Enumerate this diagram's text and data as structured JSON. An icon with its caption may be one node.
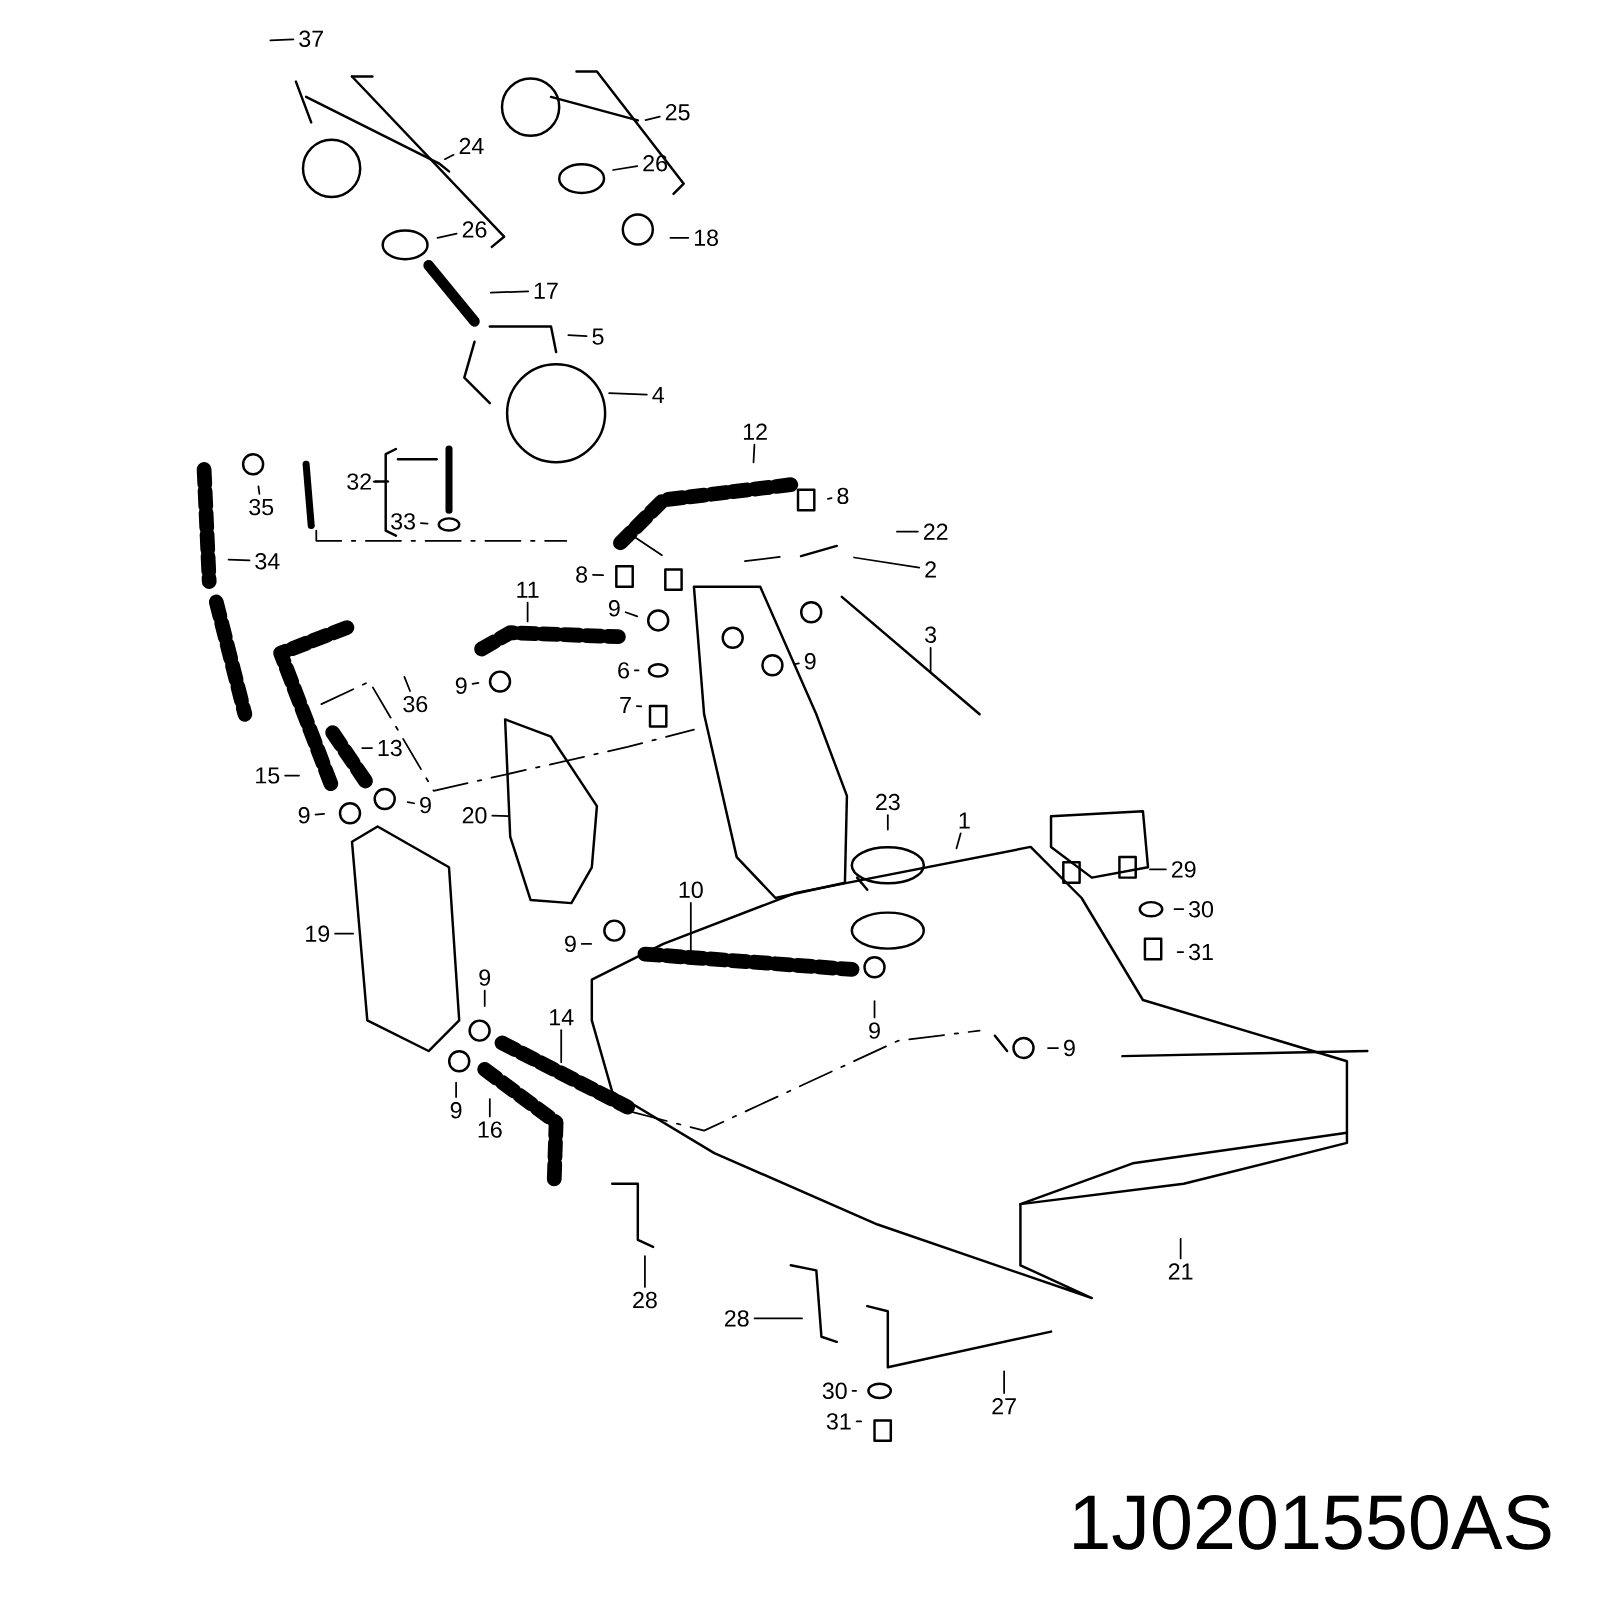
{
  "diagram": {
    "nodes": [
      {
        "text": [
          "37"
        ]
      },
      {
        "text": [
          "24"
        ]
      },
      {
        "text": [
          "25"
        ]
      },
      {
        "text": [
          "26"
        ]
      },
      {
        "text": [
          "26"
        ]
      },
      {
        "text": [
          "18"
        ]
      },
      {
        "text": [
          "17"
        ]
      },
      {
        "text": [
          "5"
        ]
      },
      {
        "text": [
          "4"
        ]
      },
      {
        "text": [
          "12"
        ]
      },
      {
        "text": [
          "32"
        ]
      },
      {
        "text": [
          "35"
        ]
      },
      {
        "text": [
          "8"
        ]
      },
      {
        "text": [
          "22"
        ]
      },
      {
        "text": [
          "33"
        ]
      },
      {
        "text": [
          "34"
        ]
      },
      {
        "text": [
          "8"
        ]
      },
      {
        "text": [
          "2"
        ]
      },
      {
        "text": [
          "11"
        ]
      },
      {
        "text": [
          "9"
        ]
      },
      {
        "text": [
          "3"
        ]
      },
      {
        "text": [
          "9"
        ]
      },
      {
        "text": [
          "6"
        ]
      },
      {
        "text": [
          "36"
        ]
      },
      {
        "text": [
          "9"
        ]
      },
      {
        "text": [
          "7"
        ]
      },
      {
        "text": [
          "13"
        ]
      },
      {
        "text": [
          "15"
        ]
      },
      {
        "text": [
          "23"
        ]
      },
      {
        "text": [
          "1"
        ]
      },
      {
        "text": [
          "9"
        ]
      },
      {
        "text": [
          "9"
        ]
      },
      {
        "text": [
          "20"
        ]
      },
      {
        "text": [
          "29"
        ]
      },
      {
        "text": [
          "30"
        ]
      },
      {
        "text": [
          "19"
        ]
      },
      {
        "text": [
          "10"
        ]
      },
      {
        "text": [
          "9"
        ]
      },
      {
        "text": [
          "31"
        ]
      },
      {
        "text": [
          "9"
        ]
      },
      {
        "text": [
          "14"
        ]
      },
      {
        "text": [
          "9"
        ]
      },
      {
        "text": [
          "9"
        ]
      },
      {
        "text": [
          "9"
        ]
      },
      {
        "text": [
          "16"
        ]
      },
      {
        "text": [
          "21"
        ]
      },
      {
        "text": [
          "28"
        ]
      },
      {
        "text": [
          "28"
        ]
      },
      {
        "text": [
          "27"
        ]
      },
      {
        "text": [
          "30"
        ]
      },
      {
        "text": [
          "31"
        ]
      }
    ],
    "edges": [
      {
        "from": 0,
        "to": null,
        "arrow": "none"
      },
      {
        "from": 1,
        "to": null,
        "arrow": "none"
      },
      {
        "from": 2,
        "to": null,
        "arrow": "none"
      },
      {
        "from": 3,
        "to": null,
        "arrow": "none"
      },
      {
        "from": 4,
        "to": null,
        "arrow": "none"
      },
      {
        "from": 5,
        "to": null,
        "arrow": "none"
      },
      {
        "from": 6,
        "to": null,
        "arrow": "none"
      },
      {
        "from": 7,
        "to": null,
        "arrow": "none"
      },
      {
        "from": 8,
        "to": null,
        "arrow": "none"
      },
      {
        "from": 9,
        "to": null,
        "arrow": "none"
      },
      {
        "from": 10,
        "to": null,
        "arrow": "none"
      },
      {
        "from": 11,
        "to": null,
        "arrow": "none"
      },
      {
        "from": 12,
        "to": null,
        "arrow": "none"
      },
      {
        "from": 13,
        "to": null,
        "arrow": "none"
      },
      {
        "from": 14,
        "to": null,
        "arrow": "none"
      },
      {
        "from": 15,
        "to": null,
        "arrow": "none"
      },
      {
        "from": 16,
        "to": null,
        "arrow": "none"
      },
      {
        "from": 17,
        "to": null,
        "arrow": "none"
      },
      {
        "from": 18,
        "to": null,
        "arrow": "none"
      },
      {
        "from": 19,
        "to": null,
        "arrow": "none"
      },
      {
        "from": 20,
        "to": null,
        "arrow": "none"
      },
      {
        "from": 21,
        "to": null,
        "arrow": "none"
      },
      {
        "from": 22,
        "to": null,
        "arrow": "none"
      },
      {
        "from": 23,
        "to": null,
        "arrow": "none"
      },
      {
        "from": 24,
        "to": null,
        "arrow": "none"
      },
      {
        "from": 25,
        "to": null,
        "arrow": "none"
      },
      {
        "from": 26,
        "to": null,
        "arrow": "none"
      },
      {
        "from": 27,
        "to": null,
        "arrow": "none"
      },
      {
        "from": 28,
        "to": null,
        "arrow": "none"
      },
      {
        "from": 29,
        "to": null,
        "arrow": "none"
      },
      {
        "from": 30,
        "to": null,
        "arrow": "none"
      },
      {
        "from": 31,
        "to": null,
        "arrow": "none"
      },
      {
        "from": 32,
        "to": null,
        "arrow": "none"
      },
      {
        "from": 33,
        "to": null,
        "arrow": "none"
      },
      {
        "from": 34,
        "to": null,
        "arrow": "none"
      },
      {
        "from": 35,
        "to": null,
        "arrow": "none"
      },
      {
        "from": 36,
        "to": null,
        "arrow": "none"
      },
      {
        "from": 37,
        "to": null,
        "arrow": "none"
      },
      {
        "from": 38,
        "to": null,
        "arrow": "none"
      },
      {
        "from": 39,
        "to": null,
        "arrow": "none"
      },
      {
        "from": 40,
        "to": null,
        "arrow": "none"
      },
      {
        "from": 41,
        "to": null,
        "arrow": "none"
      },
      {
        "from": 42,
        "to": null,
        "arrow": "none"
      },
      {
        "from": 43,
        "to": null,
        "arrow": "none"
      },
      {
        "from": 44,
        "to": null,
        "arrow": "none"
      },
      {
        "from": 45,
        "to": null,
        "arrow": "none"
      },
      {
        "from": 46,
        "to": null,
        "arrow": "none"
      },
      {
        "from": 47,
        "to": null,
        "arrow": "none"
      },
      {
        "from": 48,
        "to": null,
        "arrow": "none"
      },
      {
        "from": 49,
        "to": null,
        "arrow": "none"
      },
      {
        "from": 50,
        "to": null,
        "arrow": "none"
      }
    ],
    "labels": [
      "1J0201550AS"
    ]
  }
}
